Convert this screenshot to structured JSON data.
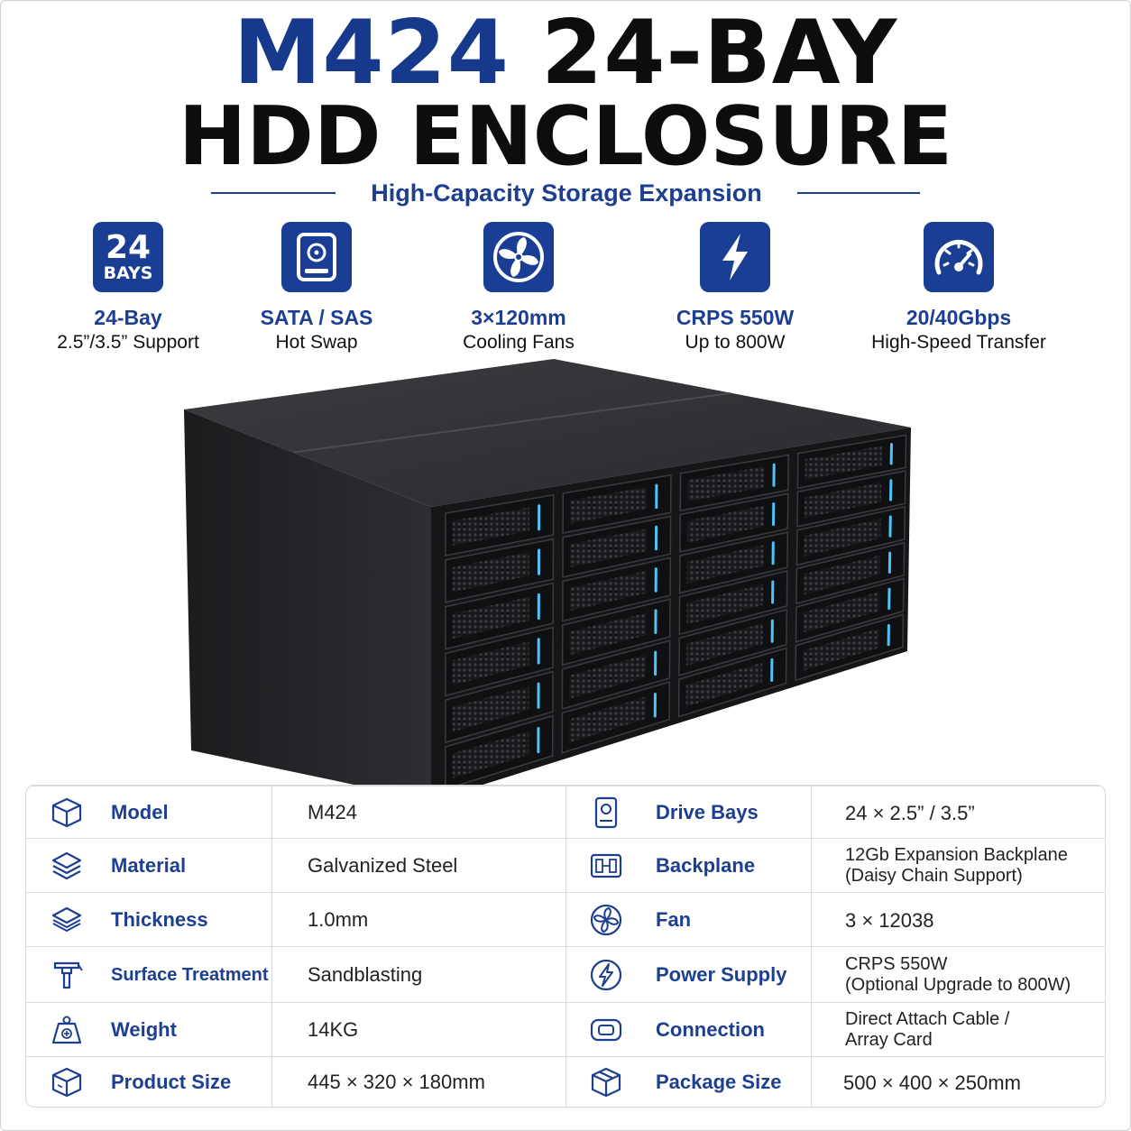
{
  "title": {
    "model": "M424",
    "line1_rest": "24-BAY",
    "line2": "HDD ENCLOSURE",
    "subtitle": "High-Capacity Storage Expansion"
  },
  "features": [
    {
      "icon": "bays-badge-icon",
      "badge_num": "24",
      "badge_text": "BAYS",
      "title": "24-Bay",
      "sub": "2.5”/3.5” Support"
    },
    {
      "icon": "hard-drive-icon",
      "title": "SATA / SAS",
      "sub": "Hot Swap"
    },
    {
      "icon": "fan-icon",
      "title": "3×120mm",
      "sub": "Cooling Fans"
    },
    {
      "icon": "lightning-icon",
      "title": "CRPS 550W",
      "sub": "Up to 800W"
    },
    {
      "icon": "speedometer-icon",
      "title": "20/40Gbps",
      "sub": "High-Speed Transfer"
    }
  ],
  "specs_left": [
    {
      "icon": "box-icon",
      "label": "Model",
      "value": "M424"
    },
    {
      "icon": "layers-icon",
      "label": "Material",
      "value": "Galvanized Steel"
    },
    {
      "icon": "sheets-icon",
      "label": "Thickness",
      "value": "1.0mm"
    },
    {
      "icon": "sandblaster-icon",
      "label": "Surface Treatment",
      "value": "Sandblasting"
    },
    {
      "icon": "weight-icon",
      "label": "Weight",
      "value": "14KG"
    },
    {
      "icon": "cube-icon",
      "label": "Product Size",
      "value": "445 × 320 × 180mm"
    }
  ],
  "specs_right": [
    {
      "icon": "drive-icon",
      "label": "Drive Bays",
      "value": "24 × 2.5” / 3.5”"
    },
    {
      "icon": "backplane-icon",
      "label": "Backplane",
      "value": "12Gb Expansion Backplane",
      "value2": "(Daisy Chain Support)"
    },
    {
      "icon": "fan-small-icon",
      "label": "Fan",
      "value": "3 × 12038"
    },
    {
      "icon": "power-icon",
      "label": "Power Supply",
      "value": "CRPS 550W",
      "value2": "(Optional Upgrade to 800W)"
    },
    {
      "icon": "connector-icon",
      "label": "Connection",
      "value": "Direct Attach Cable /",
      "value2": "Array Card"
    },
    {
      "icon": "package-icon",
      "label": "Package Size",
      "value": "500 × 400 × 250mm"
    }
  ],
  "colors": {
    "brand_blue": "#1a3e93",
    "accent_led": "#4fc3f7",
    "chassis": "#222222"
  }
}
